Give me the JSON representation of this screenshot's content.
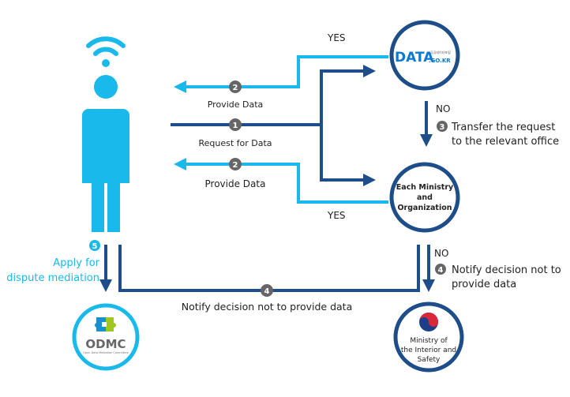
{
  "colors": {
    "navy": "#1d4e89",
    "light_blue": "#19b9ec",
    "badge": "#666666"
  },
  "nodes": {
    "data_go_kr": {
      "logo": "DATA",
      "logo_sub": ".GO.KR",
      "logo_kr": "공공데이터포털"
    },
    "ministry": {
      "line1": "Each Ministry",
      "line2": "and",
      "line3": "Organization"
    },
    "odmc": {
      "logo": "ODMC",
      "subtitle": "Open Data Mediation Committee"
    },
    "mois": {
      "line1": "Ministry of",
      "line2": "the Interior and",
      "line3": "Safety"
    }
  },
  "flows": {
    "yes_top": "YES",
    "yes_bottom": "YES",
    "provide_top": {
      "num": "2",
      "label": "Provide Data"
    },
    "request": {
      "num": "1",
      "label": "Request for Data"
    },
    "provide_bottom": {
      "num": "2",
      "label": "Provide Data"
    },
    "no_top": "NO",
    "transfer": {
      "num": "3",
      "line1": "Transfer the request",
      "line2": "to the relevant office"
    },
    "no_bottom": "NO",
    "notify_right": {
      "num": "4",
      "line1": "Notify decision not to",
      "line2": "provide data"
    },
    "notify_bottom": {
      "num": "4",
      "label": "Notify decision not to provide data"
    },
    "apply": {
      "num": "5",
      "line1": "Apply for",
      "line2": "dispute mediation"
    }
  }
}
